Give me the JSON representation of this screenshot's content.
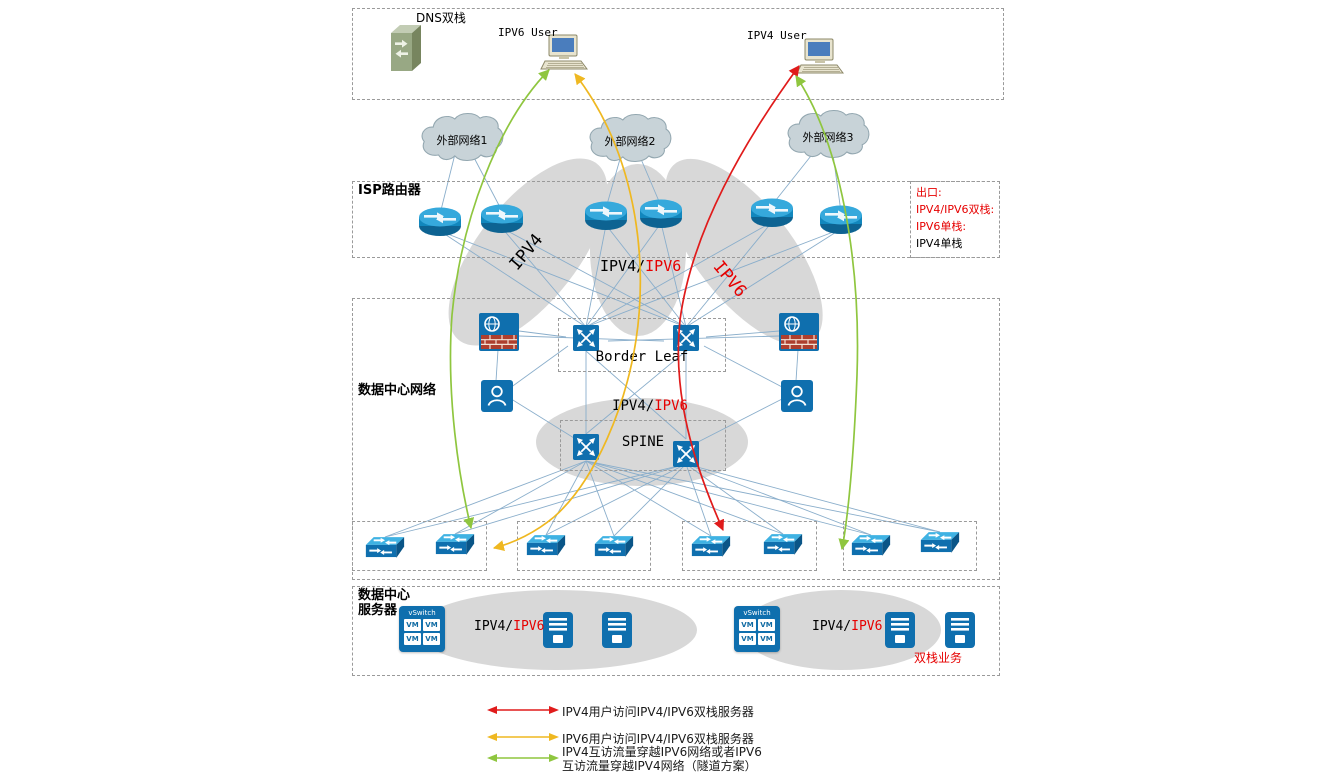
{
  "users_zone": {
    "dns_label": "DNS双栈",
    "ipv6_user_label": "IPV6 User",
    "ipv4_user_label": "IPV4 User"
  },
  "clouds": [
    {
      "label": "外部网络1"
    },
    {
      "label": "外部网络2"
    },
    {
      "label": "外部网络3"
    }
  ],
  "isp": {
    "label": "ISP路由器"
  },
  "exit_legend": {
    "title": "出口:",
    "dual_stack": "IPV4/IPV6双栈:",
    "ipv6_only": "IPV6单栈:",
    "ipv4_only": "IPV4单栈"
  },
  "transit_zones": {
    "left": "IPV4",
    "center_prefix": "IPV4/",
    "center_suffix": "IPV6",
    "right": "IPV6"
  },
  "dc_network": {
    "label": "数据中心网络",
    "border_leaf_label": "Border Leaf",
    "core_prefix": "IPV4/",
    "core_suffix": "IPV6",
    "spine_label": "SPINE"
  },
  "dc_servers": {
    "label_line1": "数据中心",
    "label_line2": "服务器",
    "group_prefix": "IPV4/",
    "group_suffix": "IPV6",
    "dual_stack_business": "双栈业务",
    "vswitch_label": "vSwitch",
    "vm_label": "VM"
  },
  "flow_legend": [
    {
      "color": "#e01b1b",
      "text": "IPV4用户访问IPV4/IPV6双栈服务器"
    },
    {
      "color": "#efb821",
      "text": "IPV6用户访问IPV4/IPV6双栈服务器"
    },
    {
      "color": "#8fc63f",
      "text": "IPV4互访流量穿越IPV6网络或者IPV6",
      "text2": "互访流量穿越IPV4网络（隧道方案）"
    }
  ],
  "icons": {
    "dns_server": "dns-server-icon",
    "user_pc": "computer-icon",
    "cloud": "cloud-icon",
    "router": "router-icon",
    "firewall": "firewall-icon",
    "core_switch": "core-switch-icon",
    "leaf_switch": "switch-icon",
    "load_balancer": "load-balancer-icon",
    "server": "server-icon",
    "vswitch": "vswitch-icon"
  },
  "colors": {
    "flow_red": "#e01b1b",
    "flow_yellow": "#efb821",
    "flow_green": "#8fc63f",
    "wire_blue": "#8aaecb",
    "zone_gray": "#d8d8d8",
    "red_text": "#e60000",
    "device_blue": "#0f6fae"
  }
}
